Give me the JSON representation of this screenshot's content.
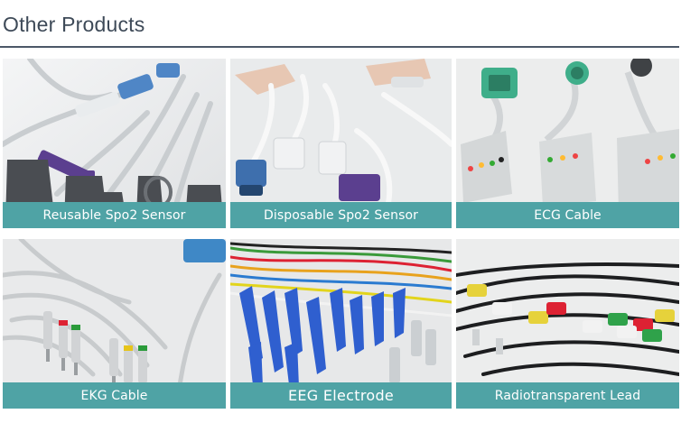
{
  "section": {
    "title": "Other Products"
  },
  "products": [
    {
      "caption": "Reusable Spo2 Sensor"
    },
    {
      "caption": "Disposable Spo2 Sensor"
    },
    {
      "caption": "ECG Cable"
    },
    {
      "caption": "EKG Cable"
    },
    {
      "caption": "EEG Electrode"
    },
    {
      "caption": "Radiotransparent Lead"
    }
  ],
  "colors": {
    "caption_bg": "#4fa3a5",
    "title_text": "#3e4a58",
    "rule": "#4c5868"
  }
}
